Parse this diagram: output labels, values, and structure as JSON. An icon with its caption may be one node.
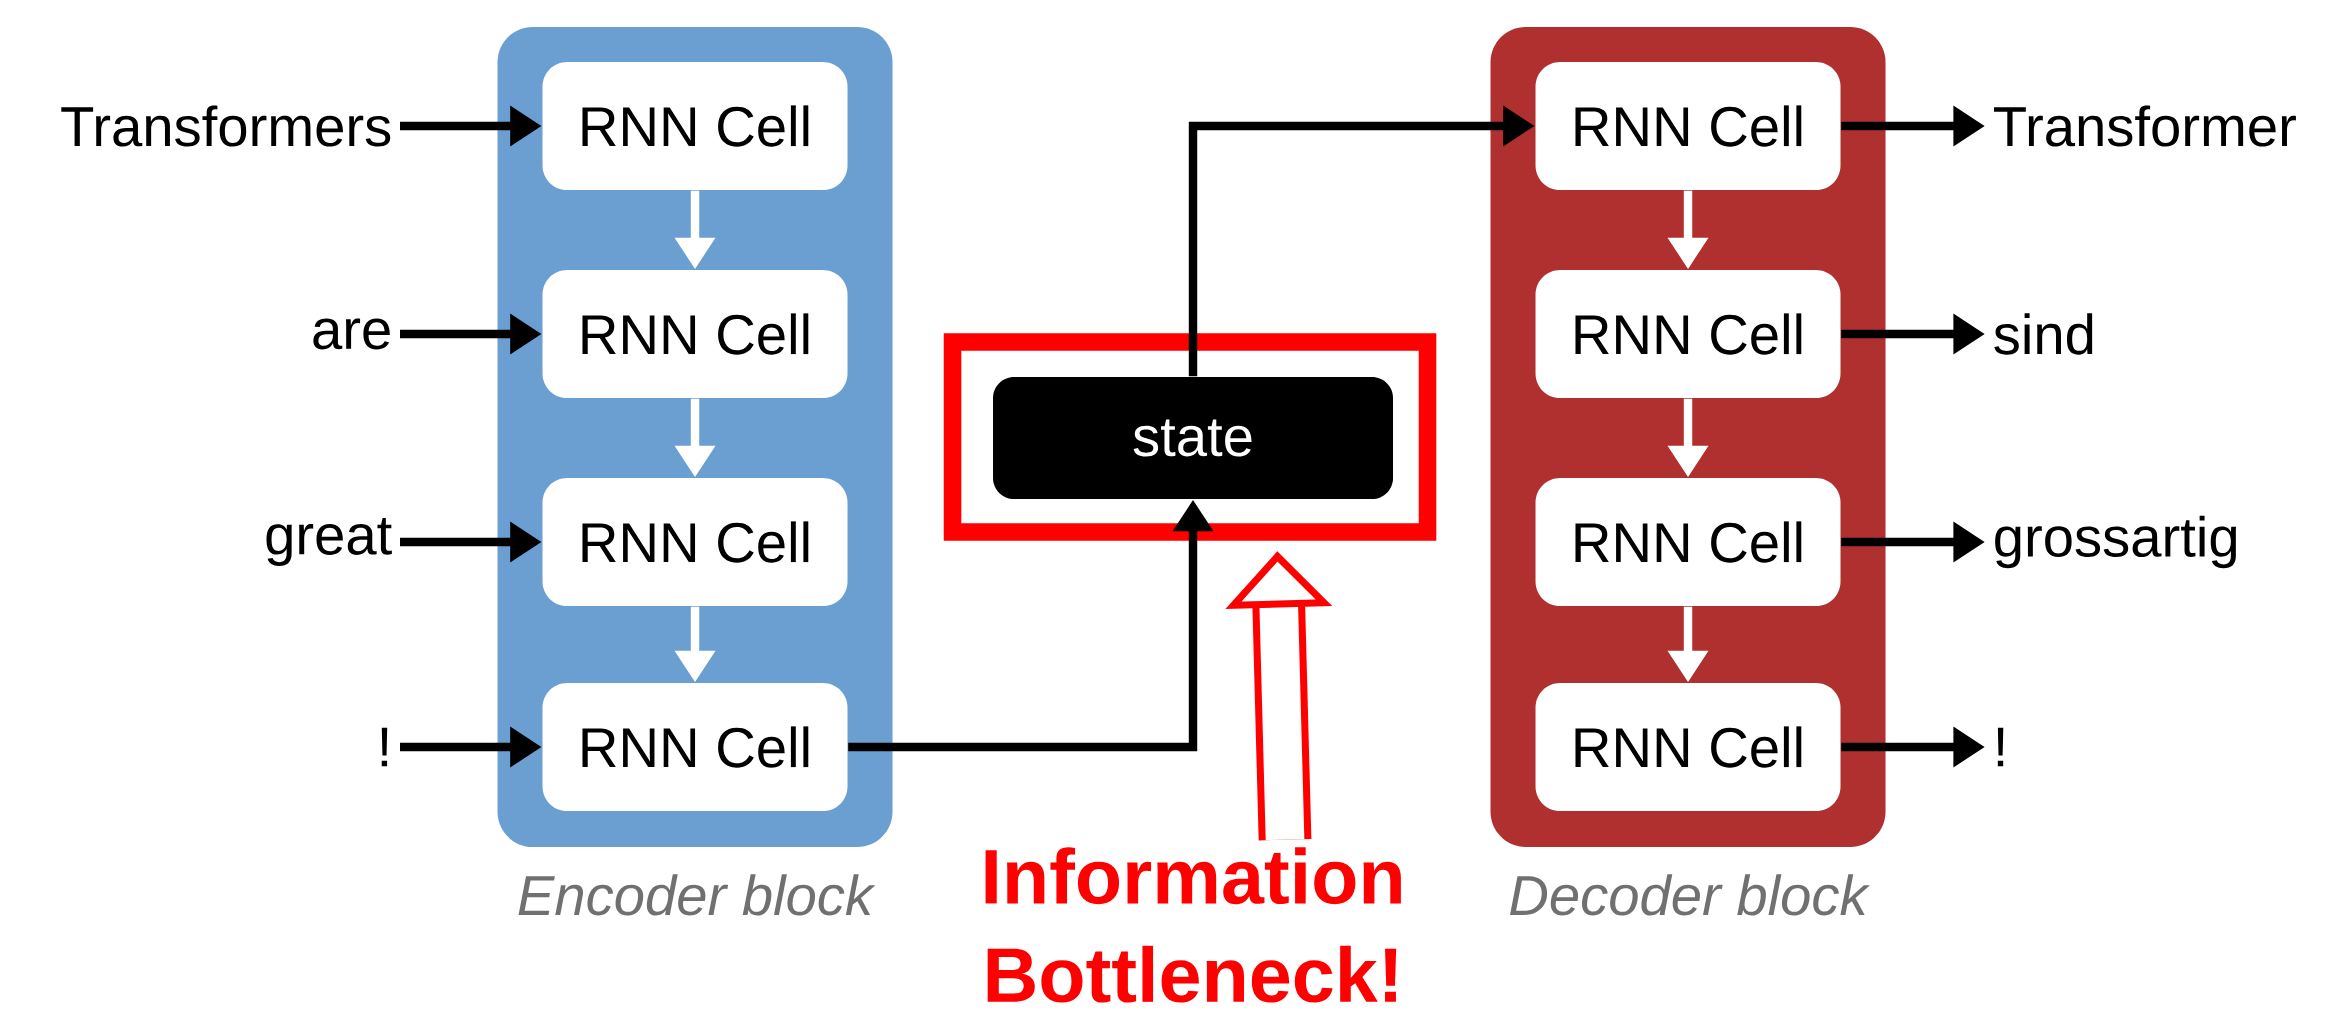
{
  "diagram": {
    "nodes": [
      {
        "text": [
          "Encoder block"
        ]
      },
      {
        "text": [
          "RNN Cell"
        ],
        "in": 0
      },
      {
        "text": [
          "RNN Cell"
        ],
        "in": 0
      },
      {
        "text": [
          "RNN Cell"
        ],
        "in": 0
      },
      {
        "text": [
          "RNN Cell"
        ],
        "in": 0
      },
      {
        "text": [
          "Transformers"
        ]
      },
      {
        "text": [
          "are"
        ]
      },
      {
        "text": [
          "great"
        ]
      },
      {
        "text": [
          "!"
        ]
      },
      {
        "text": [],
        "shape": "box"
      },
      {
        "text": [
          "state"
        ],
        "in": 9
      },
      {
        "text": [
          "Information Bottleneck!"
        ]
      },
      {
        "text": [
          "Decoder block"
        ]
      },
      {
        "text": [
          "RNN Cell"
        ],
        "in": 12
      },
      {
        "text": [
          "RNN Cell"
        ],
        "in": 12
      },
      {
        "text": [
          "RNN Cell"
        ],
        "in": 12
      },
      {
        "text": [
          "RNN Cell"
        ],
        "in": 12
      },
      {
        "text": [
          "Transformer"
        ]
      },
      {
        "text": [
          "sind"
        ]
      },
      {
        "text": [
          "grossartig"
        ]
      },
      {
        "text": [
          "!"
        ]
      }
    ],
    "edges": [
      {
        "from": 5,
        "to": 1,
        "arrow": "to"
      },
      {
        "from": 6,
        "to": 2,
        "arrow": "to"
      },
      {
        "from": 7,
        "to": 3,
        "arrow": "to"
      },
      {
        "from": 8,
        "to": 4,
        "arrow": "to"
      },
      {
        "from": 1,
        "to": 2,
        "arrow": "to",
        "color": "#ffffff"
      },
      {
        "from": 2,
        "to": 3,
        "arrow": "to",
        "color": "#ffffff"
      },
      {
        "from": 3,
        "to": 4,
        "arrow": "to",
        "color": "#ffffff"
      },
      {
        "from": 4,
        "to": 10,
        "arrow": "to"
      },
      {
        "from": 10,
        "to": 13,
        "arrow": "to"
      },
      {
        "from": 13,
        "to": 14,
        "arrow": "to",
        "color": "#ffffff"
      },
      {
        "from": 14,
        "to": 15,
        "arrow": "to",
        "color": "#ffffff"
      },
      {
        "from": 15,
        "to": 16,
        "arrow": "to",
        "color": "#ffffff"
      },
      {
        "from": 13,
        "to": 17,
        "arrow": "to"
      },
      {
        "from": 14,
        "to": 18,
        "arrow": "to"
      },
      {
        "from": 15,
        "to": 19,
        "arrow": "to"
      },
      {
        "from": 16,
        "to": 20,
        "arrow": "to"
      },
      {
        "from": 11,
        "to": 9,
        "arrow": "to",
        "style": "thick",
        "color": "#ff0000"
      }
    ]
  }
}
